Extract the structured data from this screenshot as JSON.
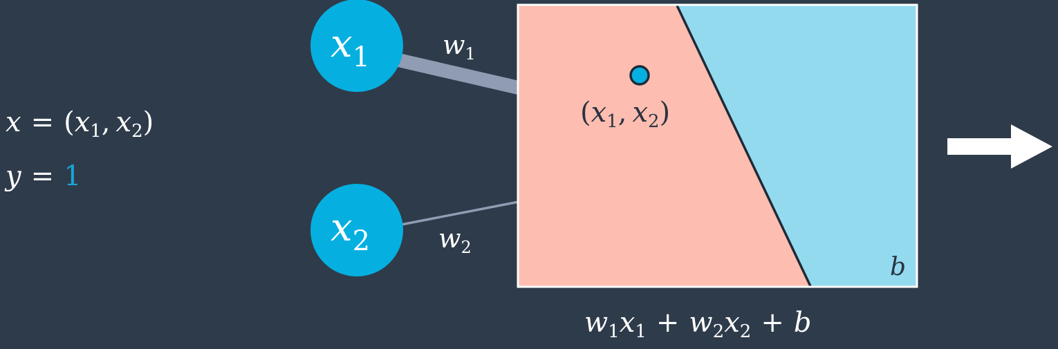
{
  "colors": {
    "background": "#2e3b4a",
    "neuron_fill": "#05afe0",
    "text": "#ffffff",
    "label_one": "#1aa5d8",
    "region_negative": "#fdbdb1",
    "region_positive": "#93daef",
    "frame_border": "#ffffff",
    "edge": "#8f9cb3",
    "boundary": "#1f2a36",
    "point_fill": "#05afe0",
    "arrow": "#ffffff"
  },
  "input": {
    "x_lhs": "x",
    "eq": "=",
    "x_rhs_open": "(",
    "x1_base": "x",
    "x1_sub": "1",
    "comma": ",",
    "x2_base": "x",
    "x2_sub": "2",
    "x_rhs_close": ")",
    "y_lhs": "y",
    "y_value": "1"
  },
  "neurons": [
    {
      "base": "x",
      "sub": "1"
    },
    {
      "base": "x",
      "sub": "2"
    }
  ],
  "weights": [
    {
      "base": "w",
      "sub": "1"
    },
    {
      "base": "w",
      "sub": "2"
    }
  ],
  "plot": {
    "point_label": {
      "open": "(",
      "x1_base": "x",
      "x1_sub": "1",
      "comma": ",",
      "x2_base": "x",
      "x2_sub": "2",
      "close": ")"
    },
    "bias_label": "b"
  },
  "formula": {
    "w1": "w",
    "w1_sub": "1",
    "x1": "x",
    "x1_sub": "1",
    "plus1": "+",
    "w2": "w",
    "w2_sub": "2",
    "x2": "x",
    "x2_sub": "2",
    "plus2": "+",
    "b": "b"
  }
}
